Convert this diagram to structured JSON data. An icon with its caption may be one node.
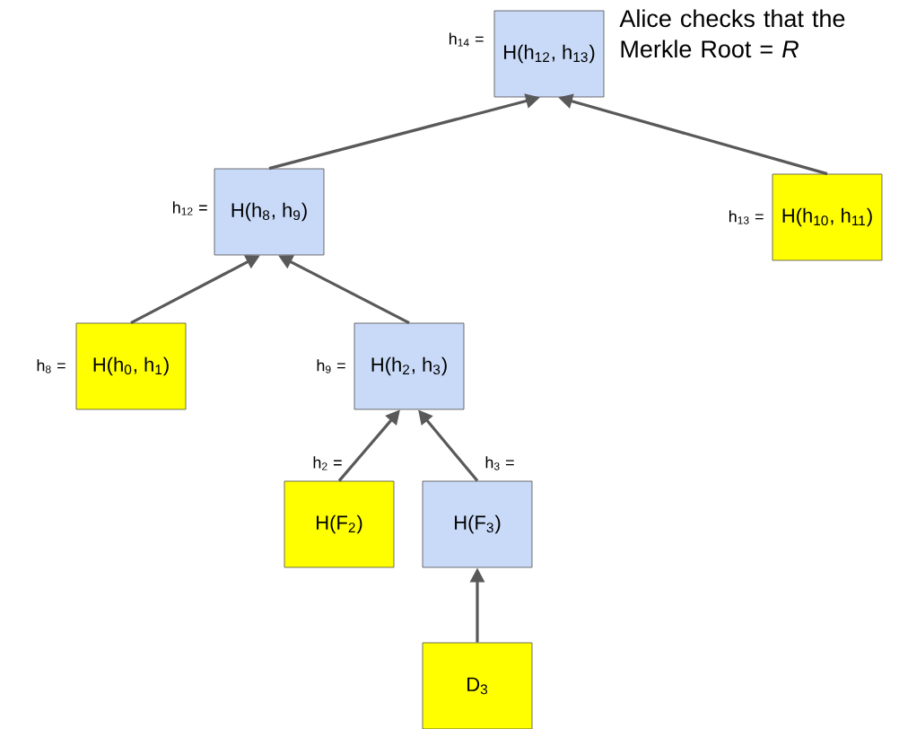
{
  "diagram": {
    "nodes": [
      {
        "text": [
          "H(h$_{12}$, h$_{13}$)"
        ],
        "beside": [
          "h$_{14}$ ="
        ]
      },
      {
        "text": [
          "H(h$_{8}$, h$_{9}$)"
        ],
        "beside": [
          "h$_{12}$ ="
        ]
      },
      {
        "text": [
          "H(h$_{10}$, h$_{11}$)"
        ],
        "beside": [
          "h$_{13}$ ="
        ]
      },
      {
        "text": [
          "H(h$_{0}$, h$_{1}$)"
        ],
        "beside": [
          "h$_{8}$ ="
        ]
      },
      {
        "text": [
          "H(h$_{2}$, h$_{3}$)"
        ],
        "beside": [
          "h$_{9}$ ="
        ]
      },
      {
        "text": [
          "H(F$_{2}$)"
        ],
        "beside": [
          "h$_{2}$ ="
        ]
      },
      {
        "text": [
          "H(F$_{3}$)"
        ],
        "beside": [
          "h$_{3}$ ="
        ]
      },
      {
        "text": [
          "D$_{3}$"
        ]
      }
    ],
    "edges": [
      {
        "from": 1,
        "to": 0,
        "arrow": "to"
      },
      {
        "from": 2,
        "to": 0,
        "arrow": "to"
      },
      {
        "from": 3,
        "to": 1,
        "arrow": "to"
      },
      {
        "from": 4,
        "to": 1,
        "arrow": "to"
      },
      {
        "from": 5,
        "to": 4,
        "arrow": "to"
      },
      {
        "from": 6,
        "to": 4,
        "arrow": "to"
      },
      {
        "from": 7,
        "to": 6,
        "arrow": "to"
      }
    ],
    "labels": [
      "Alice checks that the Merkle Root = *R*"
    ]
  }
}
